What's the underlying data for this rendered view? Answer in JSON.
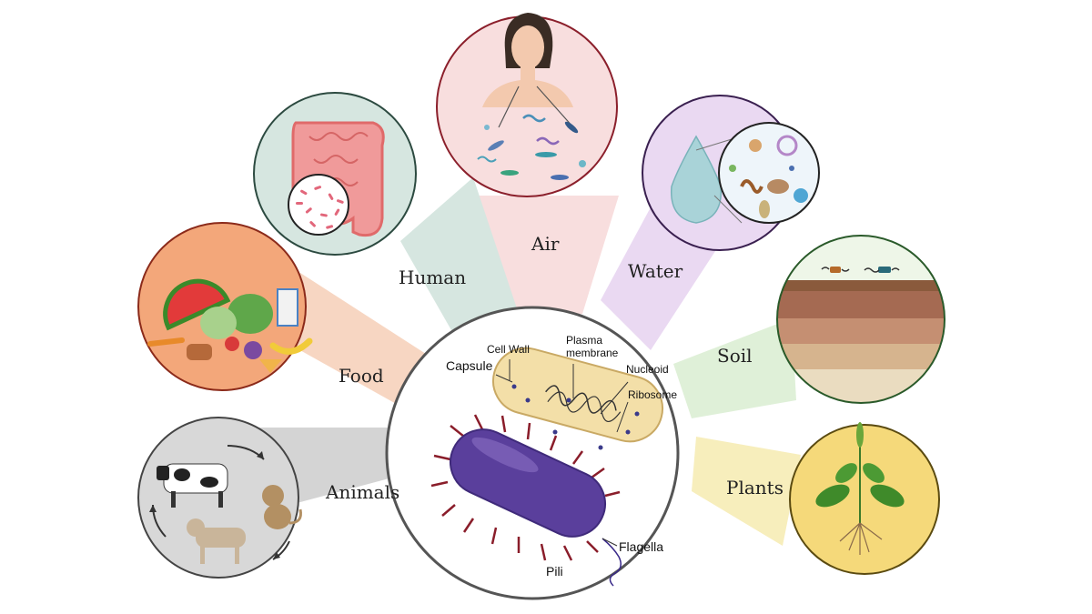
{
  "sources": {
    "air": "Air",
    "human": "Human",
    "water": "Water",
    "food": "Food",
    "soil": "Soil",
    "animals": "Animals",
    "plants": "Plants"
  },
  "bacterium": {
    "cell_wall": "Cell Wall",
    "plasma_membrane_1": "Plasma",
    "plasma_membrane_2": "membrane",
    "capsule": "Capsule",
    "nucleoid": "Nucleoid",
    "ribosome": "Ribosome",
    "flagella": "Flagella",
    "pili": "Pili"
  },
  "colors": {
    "air_wedge": "#f8dede",
    "human_wedge": "#d6e6e0",
    "water_wedge": "#ead9f2",
    "food_wedge": "#f7d6c2",
    "soil_wedge": "#dff0d8",
    "animals_wedge": "#d4d4d4",
    "plants_wedge": "#f7eebc",
    "bacterium": "#5a3f9c",
    "pili": "#8a1d2a"
  }
}
